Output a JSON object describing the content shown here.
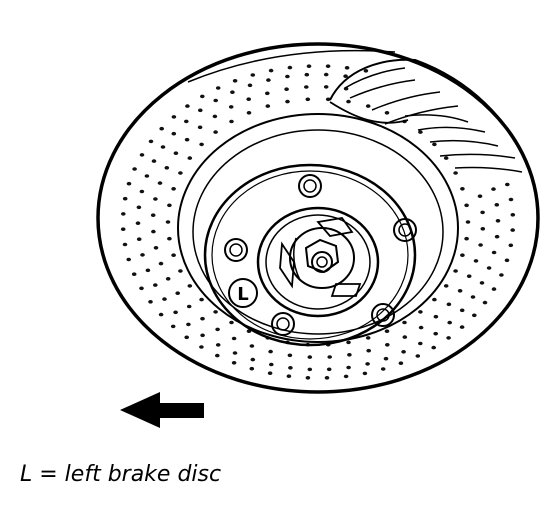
{
  "caption": "L = left brake disc",
  "hub_label": "L",
  "direction_arrow": "arrow-left"
}
